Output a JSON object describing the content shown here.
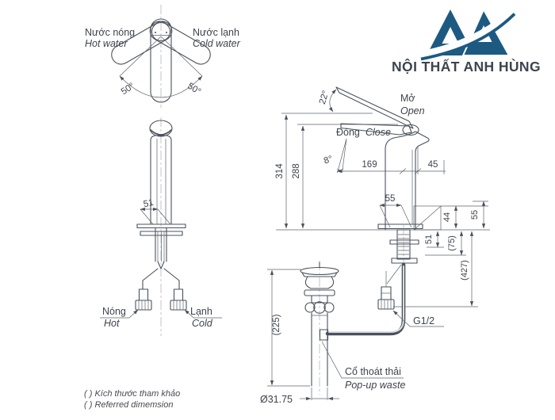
{
  "logo": {
    "name": "NỘI THẤT ANH HÙNG",
    "color": "#1c5a82"
  },
  "top_view": {
    "hot_vi": "Nước nóng",
    "hot_en": "Hot water",
    "cold_vi": "Nước lạnh",
    "cold_en": "Cold water",
    "angle_left": "50°",
    "angle_right": "50°"
  },
  "front_view": {
    "dim_base_depth": "51",
    "hot_vi": "Nóng",
    "hot_en": "Hot",
    "cold_vi": "Lạnh",
    "cold_en": "Cold"
  },
  "side_view": {
    "open_angle": "22°",
    "open_vi": "Mở",
    "open_en": "Open",
    "close_vi": "Đóng",
    "close_en": "Close",
    "stream_angle": "8°",
    "dim_height_total": "314",
    "dim_height_spout": "288",
    "dim_reach": "169",
    "dim_45": "45",
    "dim_base_depth": "55",
    "dim_44": "44",
    "dim_55_right": "55",
    "dim_51": "51",
    "dim_75": "(75)",
    "dim_427": "(427)",
    "thread": "G1/2"
  },
  "popup_waste": {
    "dim_height": "(225)",
    "dim_diameter": "Ø31.75",
    "label_vi": "Cổ thoát thải",
    "label_en": "Pop-up waste"
  },
  "notes": {
    "vi": "( ) Kích thước tham khảo",
    "en": "( ) Referred dimemsion"
  }
}
